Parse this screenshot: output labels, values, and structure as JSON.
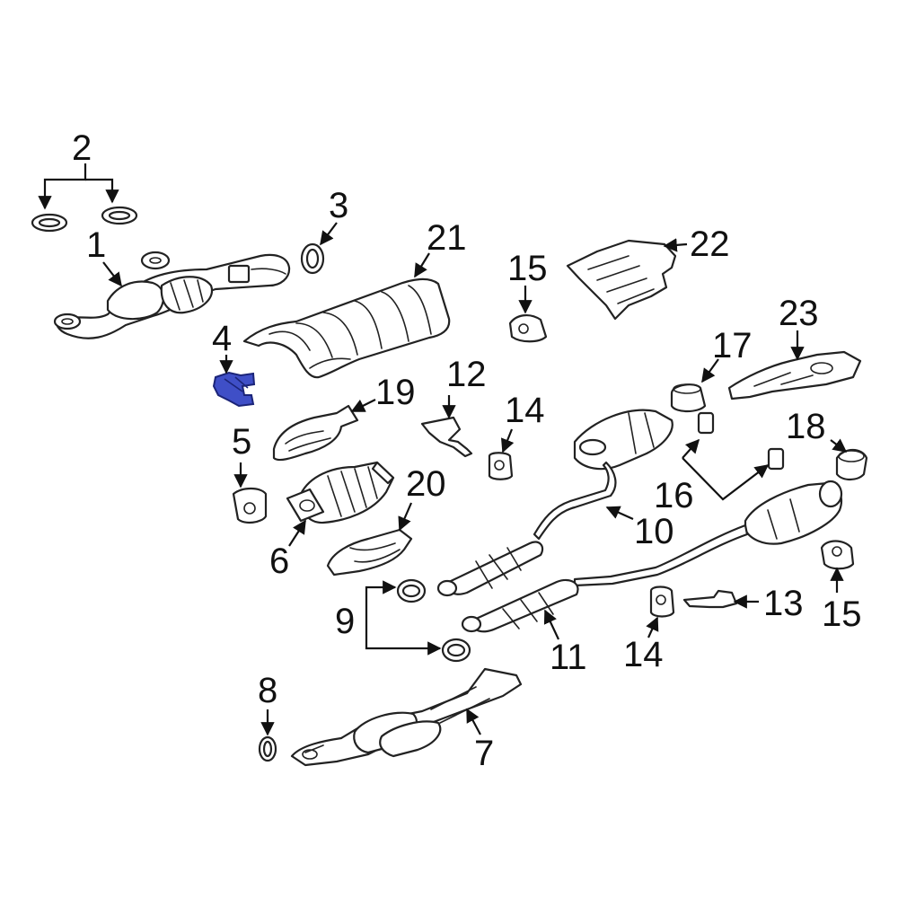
{
  "colors": {
    "highlight": "#3f4fc7",
    "line": "#222222",
    "background": "#ffffff"
  },
  "labels": {
    "l1": "1",
    "l2": "2",
    "l3": "3",
    "l4": "4",
    "l5": "5",
    "l6": "6",
    "l7": "7",
    "l8": "8",
    "l9": "9",
    "l10": "10",
    "l11": "11",
    "l12": "12",
    "l13": "13",
    "l14a": "14",
    "l14b": "14",
    "l15a": "15",
    "l15b": "15",
    "l16": "16",
    "l17": "17",
    "l18": "18",
    "l19": "19",
    "l20": "20",
    "l21": "21",
    "l22": "22",
    "l23": "23"
  },
  "highlighted_part": "4"
}
